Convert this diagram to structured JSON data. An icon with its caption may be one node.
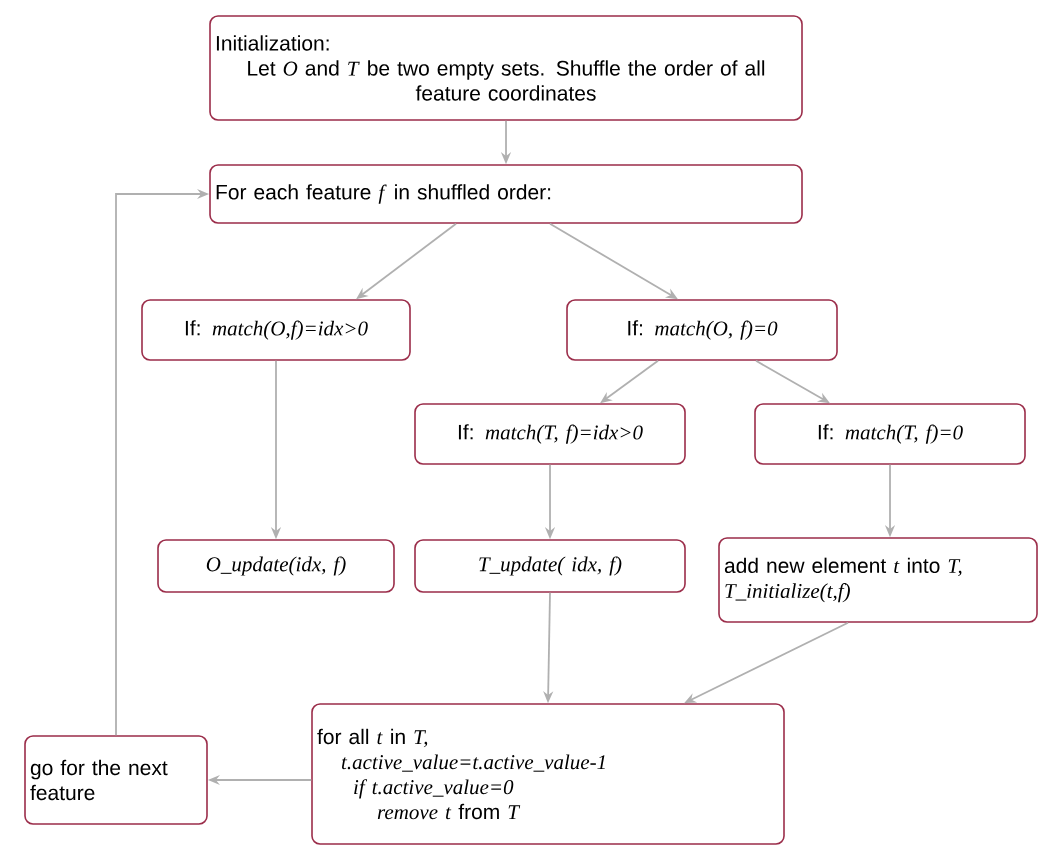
{
  "diagram": {
    "nodes": [
      {
        "text": [
          "Initialization:",
          "Let *O* and *T* be two empty sets. Shuffle the order of all feature coordinates"
        ]
      },
      {
        "text": [
          "For each feature *f* in shuffled order:"
        ]
      },
      {
        "text": [
          "If: *match(O,f)=idx>0*"
        ]
      },
      {
        "text": [
          "If: *match(O, f)=0*"
        ]
      },
      {
        "text": [
          "If: *match(T, f)=idx>0*"
        ]
      },
      {
        "text": [
          "If: *match(T, f)=0*"
        ]
      },
      {
        "text": [
          "O_update(idx, f)"
        ]
      },
      {
        "text": [
          "T_update( idx, f)"
        ]
      },
      {
        "text": [
          "add new element *t* into *T, T_initialize(t,f)*"
        ]
      },
      {
        "text": [
          "for all *t* in *T,*",
          "t.active_value=t.active_value-1",
          "if t.active_value=0",
          "*remove t* from *T*"
        ]
      },
      {
        "text": [
          "go for the next feature"
        ]
      }
    ],
    "edges": [
      {
        "from": 0,
        "to": 1,
        "arrow": "to"
      },
      {
        "from": 1,
        "to": 2,
        "arrow": "to"
      },
      {
        "from": 1,
        "to": 3,
        "arrow": "to"
      },
      {
        "from": 2,
        "to": 6,
        "arrow": "to"
      },
      {
        "from": 3,
        "to": 4,
        "arrow": "to"
      },
      {
        "from": 3,
        "to": 5,
        "arrow": "to"
      },
      {
        "from": 4,
        "to": 7,
        "arrow": "to"
      },
      {
        "from": 5,
        "to": 8,
        "arrow": "to"
      },
      {
        "from": 7,
        "to": 9,
        "arrow": "to"
      },
      {
        "from": 8,
        "to": 9,
        "arrow": "to"
      },
      {
        "from": 9,
        "to": 10,
        "arrow": "to"
      },
      {
        "from": 10,
        "to": 1,
        "arrow": "to"
      }
    ]
  }
}
